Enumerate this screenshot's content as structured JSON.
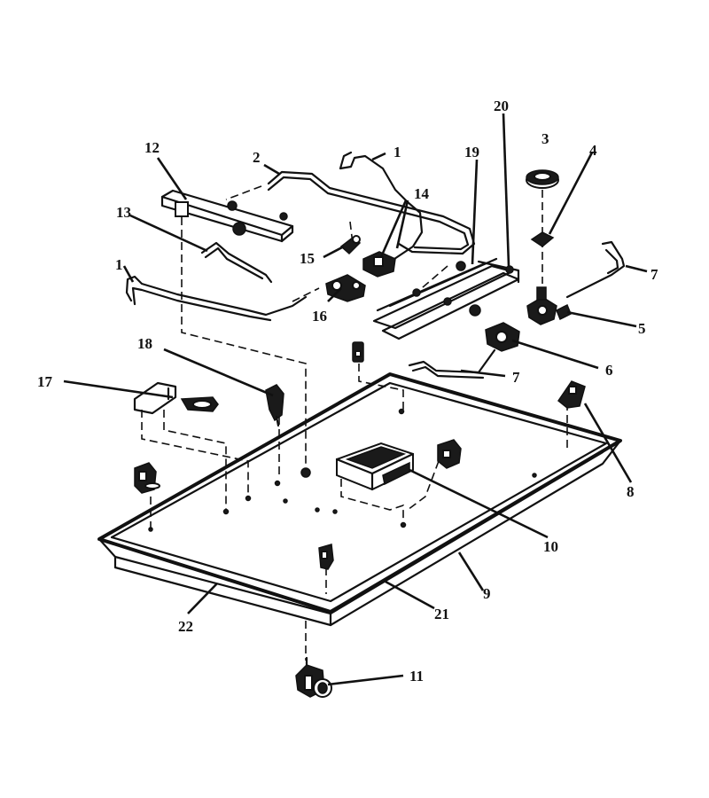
{
  "callouts": {
    "c1a": "1",
    "c1b": "1",
    "c2": "2",
    "c3": "3",
    "c4": "4",
    "c5": "5",
    "c6": "6",
    "c7a": "7",
    "c7b": "7",
    "c8": "8",
    "c9": "9",
    "c10": "10",
    "c11": "11",
    "c12": "12",
    "c13": "13",
    "c14": "14",
    "c15": "15",
    "c16": "16",
    "c17": "17",
    "c18": "18",
    "c19": "19",
    "c20": "20",
    "c21": "21",
    "c22": "22"
  }
}
